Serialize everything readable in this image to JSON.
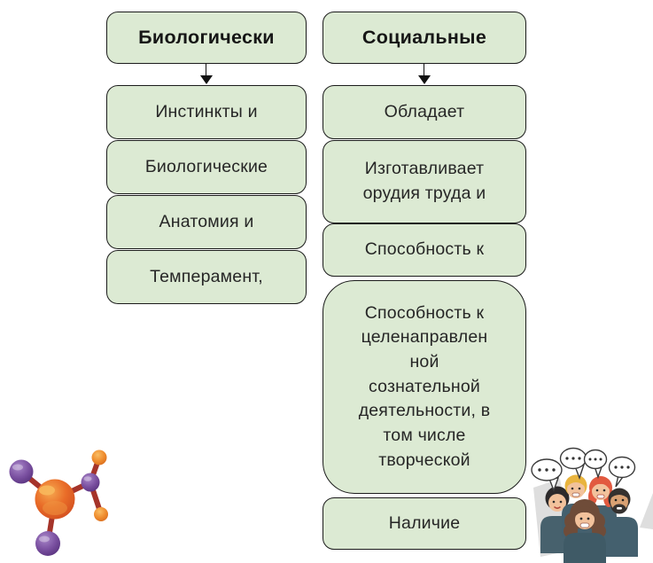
{
  "colors": {
    "background": "#ffffff",
    "box_fill": "#dcead3",
    "box_border": "#1b1b1b",
    "text": "#262626",
    "arrow": "#111111"
  },
  "columns": [
    {
      "header": "Биологически",
      "boxes": [
        "Инстинкты и",
        "Биологические",
        "Анатомия и",
        "Темперамент,"
      ]
    },
    {
      "header": "Социальные",
      "boxes": [
        "Обладает",
        "Изготавливает\nорудия труда и",
        "Способность к",
        "Способность к\nцеленаправлен\nной\nсознательной\nдеятельности, в\nтом числе\nтворческой",
        "Наличие"
      ]
    }
  ],
  "illustrations": {
    "molecule": "molecule-3d-model",
    "people": "talking-people-group-with-speech-bubbles"
  }
}
